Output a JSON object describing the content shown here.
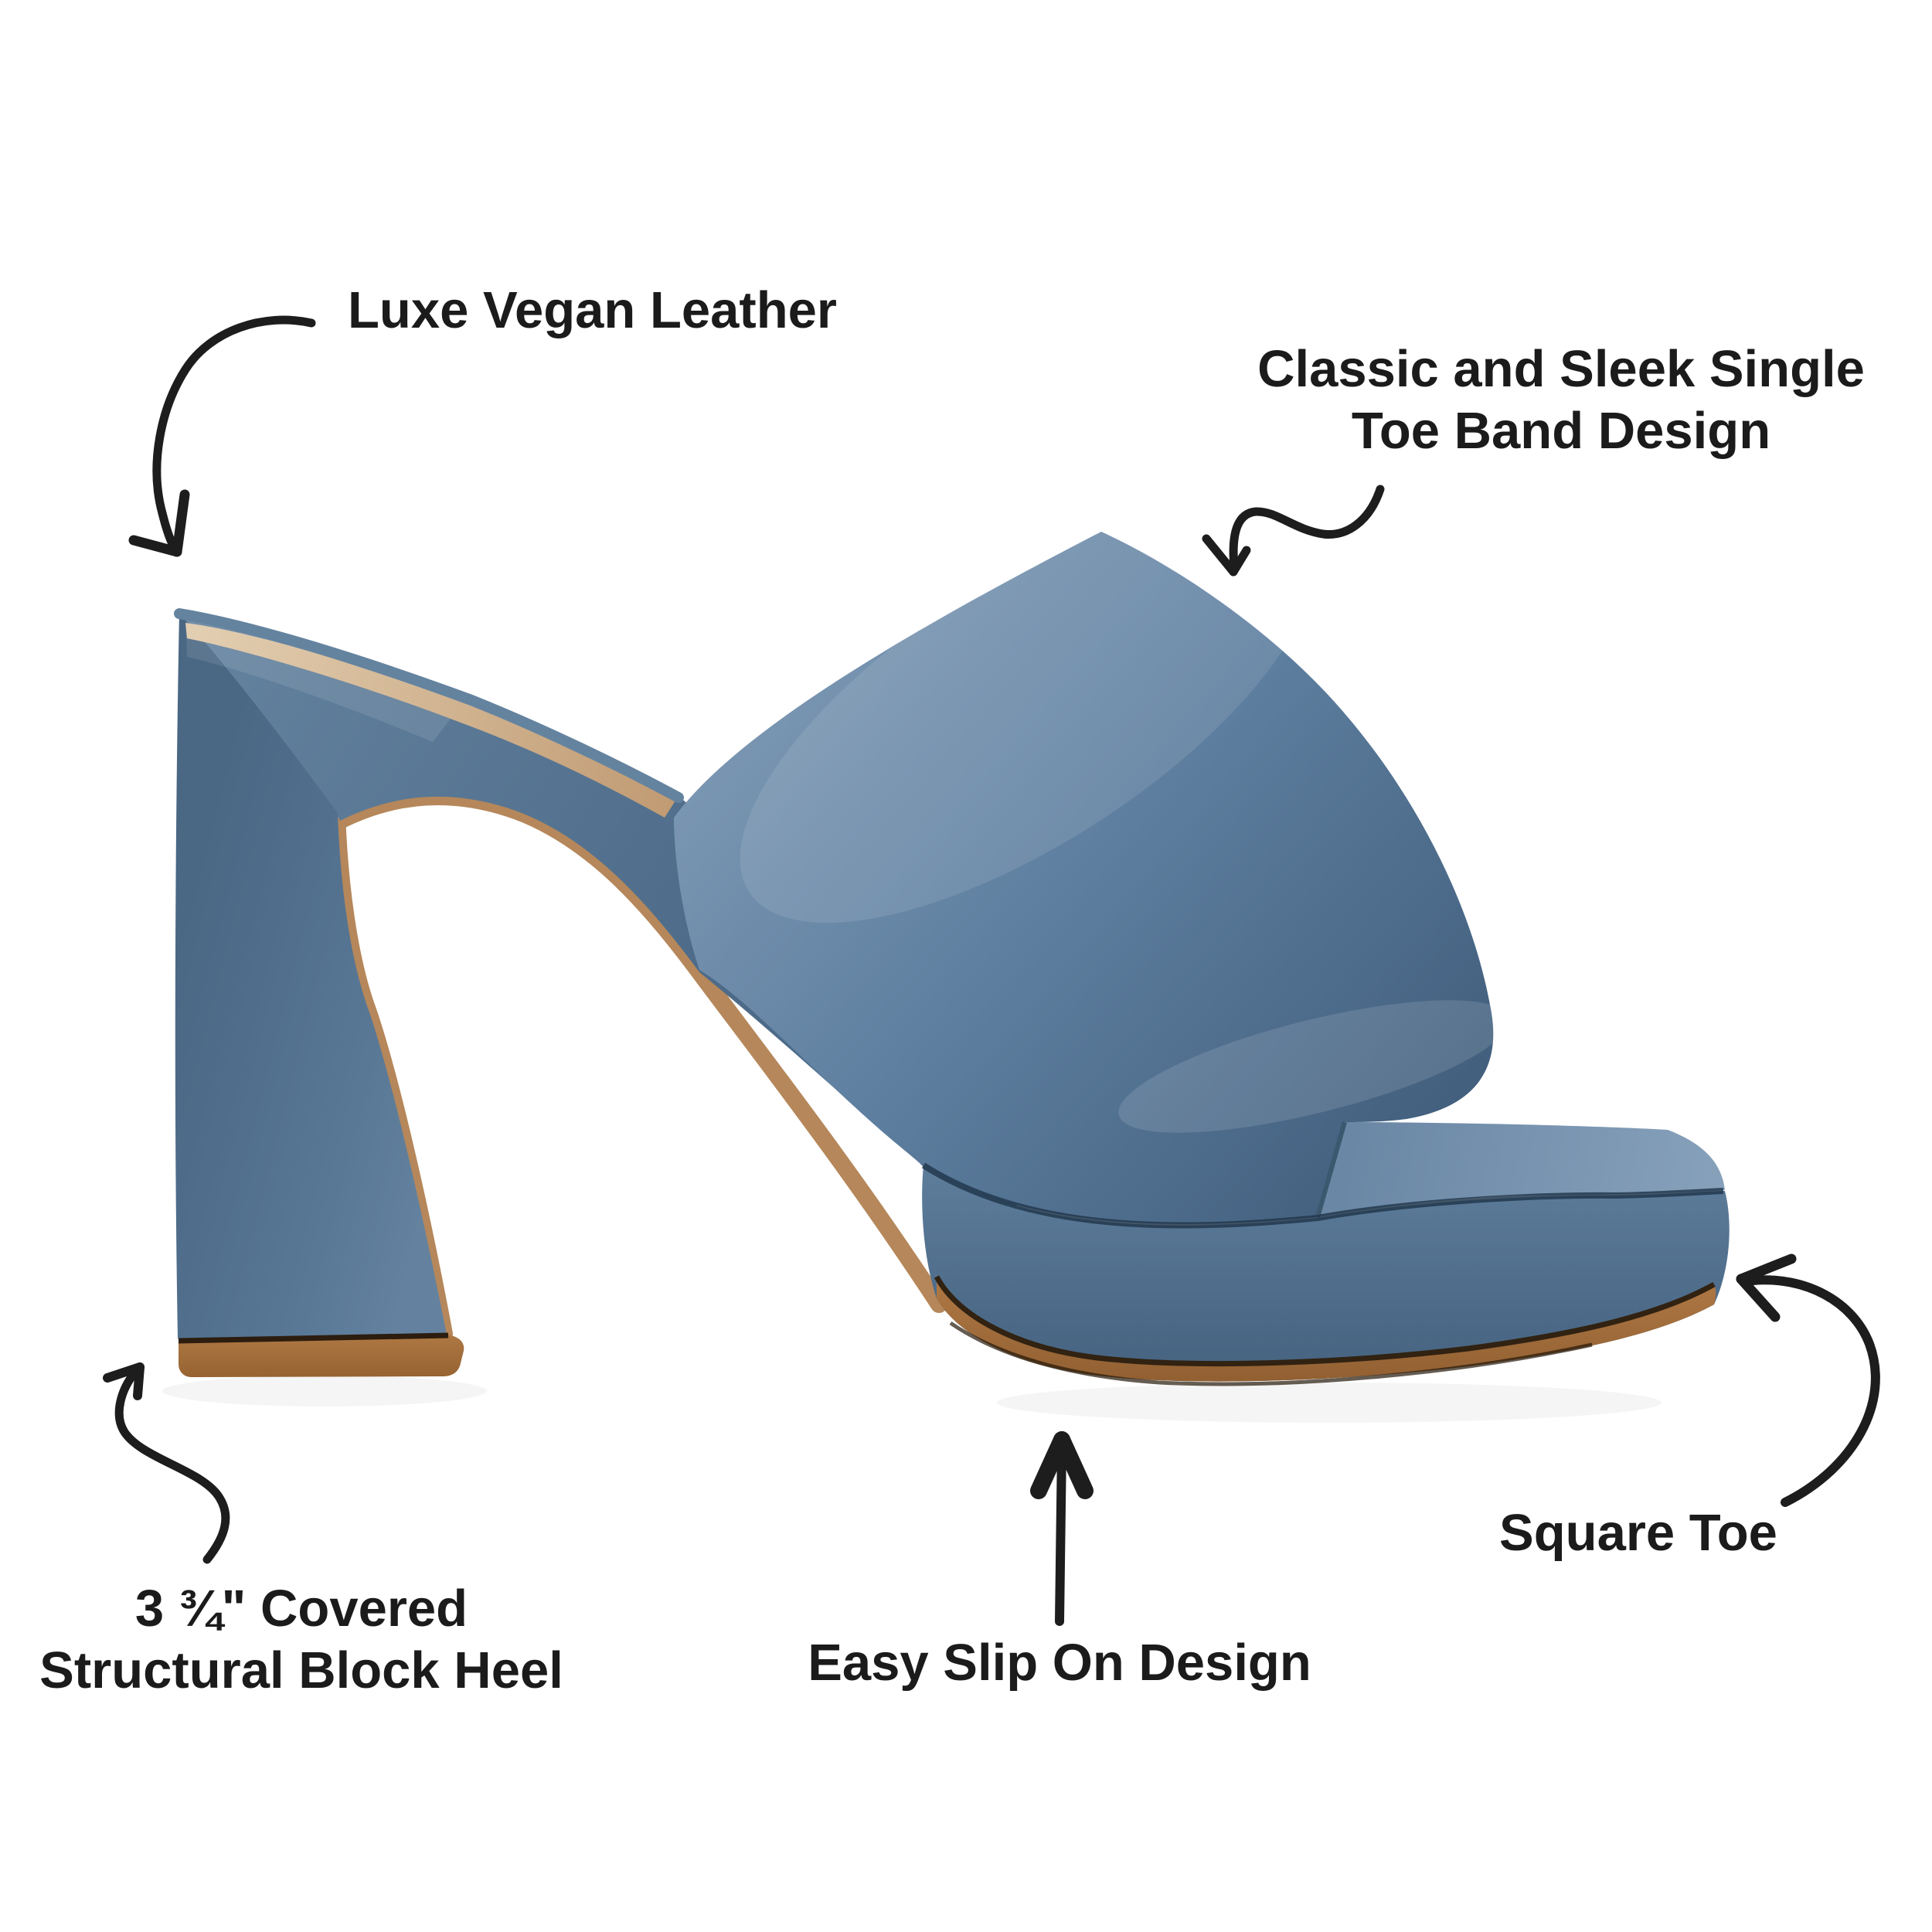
{
  "figure": {
    "type": "product-feature-diagram",
    "subject": "blue platform block-heel mule sandal, lateral view"
  },
  "colors": {
    "background": "#ffffff",
    "text": "#1b1b1b",
    "arrow": "#1d1d1d",
    "shoe_blue_light": "#7f9ab5",
    "shoe_blue_mid": "#5b7c9c",
    "shoe_blue_dark": "#3f5b79",
    "insole_tan": "#d9c2a2",
    "sole_edge_tan": "#b5875a",
    "outsole_brown": "#a8713f",
    "seam_dark": "#2e2012"
  },
  "callouts": {
    "vegan_leather": {
      "label": "Luxe Vegan Leather"
    },
    "toe_band": {
      "line1": "Classic and Sleek Single",
      "line2": "Toe Band Design"
    },
    "block_heel": {
      "line1": "3 ¾\" Covered",
      "line2": "Structural Block Heel"
    },
    "slip_on": {
      "label": "Easy Slip On Design"
    },
    "square_toe": {
      "label": "Square Toe"
    }
  }
}
